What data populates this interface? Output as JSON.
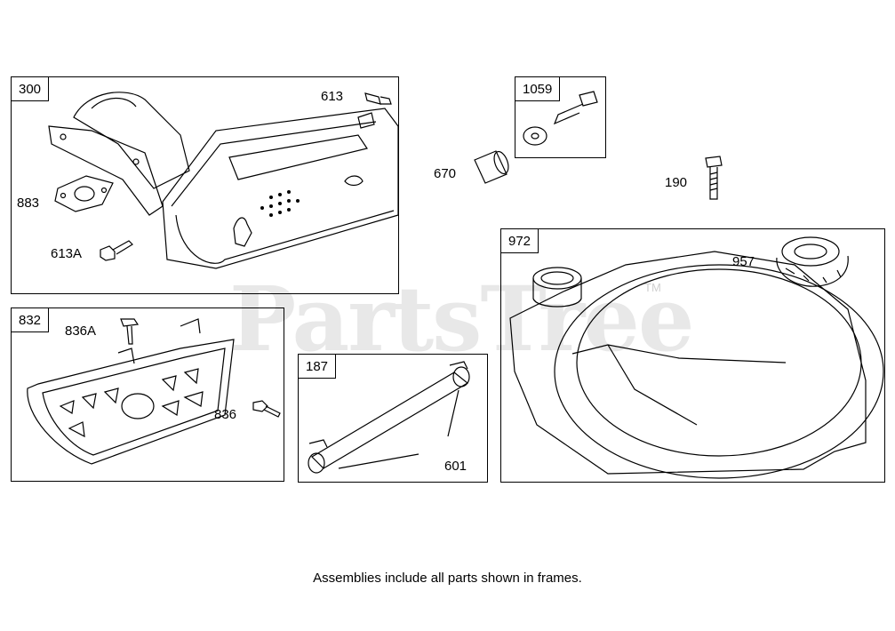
{
  "watermark": {
    "text": "PartsTree",
    "trademark": "TM"
  },
  "frames": {
    "f300": "300",
    "f832": "832",
    "f187": "187",
    "f1059": "1059",
    "f972": "972"
  },
  "callouts": {
    "c613": "613",
    "c883": "883",
    "c613a": "613A",
    "c836a": "836A",
    "c836": "836",
    "c601": "601",
    "c670": "670",
    "c190": "190",
    "c957": "957"
  },
  "footer": "Assemblies include all parts shown in frames."
}
